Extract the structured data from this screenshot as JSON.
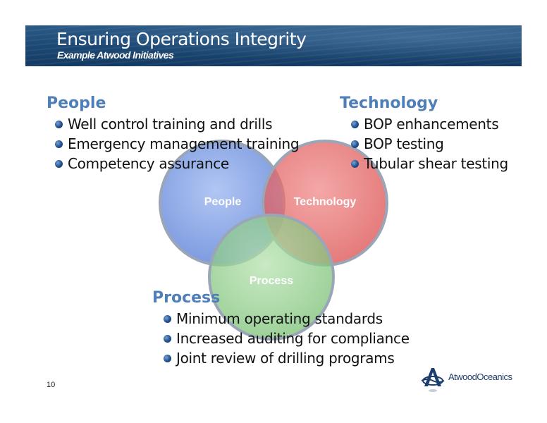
{
  "slide": {
    "title": "Ensuring Operations Integrity",
    "subtitle": "Example Atwood Initiatives",
    "page_number": "10"
  },
  "sections": {
    "people": {
      "heading": "People",
      "items": [
        "Well control training and drills",
        "Emergency management training",
        "Competency assurance"
      ]
    },
    "technology": {
      "heading": "Technology",
      "items": [
        "BOP enhancements",
        "BOP testing",
        "Tubular shear testing"
      ]
    },
    "process": {
      "heading": "Process",
      "items": [
        "Minimum operating standards",
        "Increased auditing for compliance",
        "Joint review of drilling programs"
      ]
    }
  },
  "venn": {
    "people_label": "People",
    "technology_label": "Technology",
    "process_label": "Process",
    "colors": {
      "people": "#7f9fe6",
      "technology": "#e85a5a",
      "process": "#8fd08a",
      "heading": "#4f7fb8"
    }
  },
  "logo": {
    "text": "AtwoodOceanics",
    "icon": "atwood-logo-icon"
  }
}
